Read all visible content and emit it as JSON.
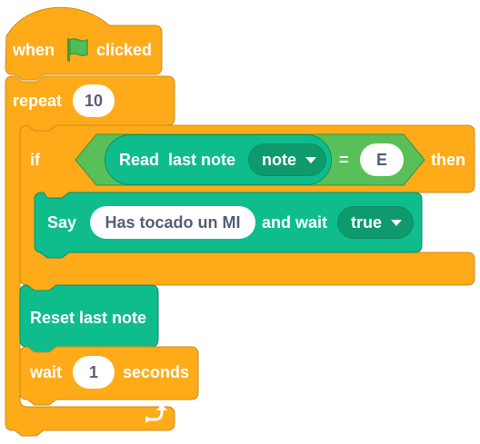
{
  "script": {
    "hat": {
      "when": "when",
      "clicked": "clicked",
      "flag_icon": "green-flag-icon"
    },
    "repeat": {
      "label": "repeat",
      "count": "10",
      "loop_icon": "loop-arrow-icon"
    },
    "if_block": {
      "if": "if",
      "then": "then",
      "condition": {
        "reporter": "Read  last note",
        "dropdown": "note",
        "operator": "=",
        "value": "E"
      }
    },
    "say": {
      "label": "Say",
      "message": "Has tocado un MI",
      "and_wait": "and wait",
      "dropdown": "true"
    },
    "reset": {
      "label": "Reset last note"
    },
    "wait": {
      "label": "wait",
      "value": "1",
      "seconds": "seconds"
    }
  },
  "colors": {
    "control": "#ffab19",
    "control_border": "#cf8b17",
    "music": "#0fbd8c",
    "music_border": "#0b8e69",
    "operator": "#59c059",
    "operator_border": "#389438",
    "text": "#575e75"
  }
}
